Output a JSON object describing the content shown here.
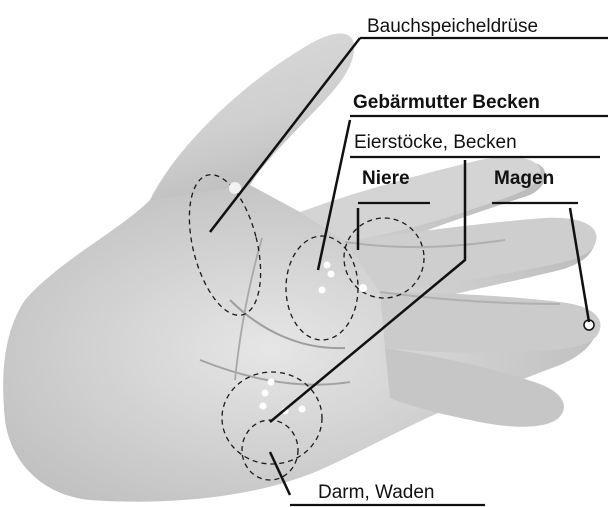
{
  "labels": {
    "pancreas": "Bauchspeicheldrüse",
    "uterus": "Gebärmutter  Becken",
    "ovaries": "Eierstöcke, Becken",
    "kidney": "Niere",
    "stomach": "Magen",
    "intestine": "Darm, Waden"
  },
  "colors": {
    "skin_light": "#e4e4e4",
    "skin_mid": "#c4c4c4",
    "skin_shadow": "#a5a5a5",
    "ink": "#111111"
  }
}
